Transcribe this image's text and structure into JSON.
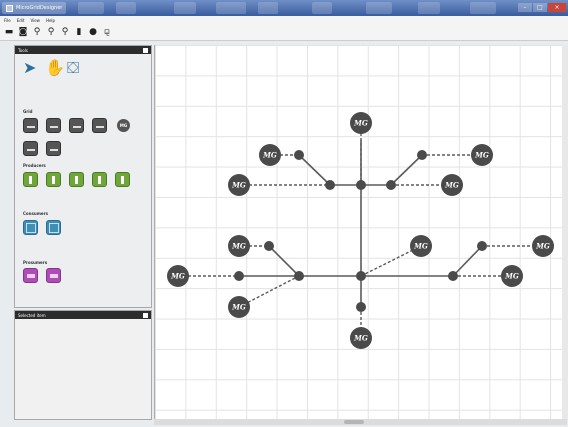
{
  "window": {
    "title": "MicroGridDesigner"
  },
  "menu": [
    "File",
    "Edit",
    "View",
    "Help"
  ],
  "panels": {
    "tools_title": "Tools",
    "info_title": "Selected item"
  },
  "sections": [
    "Grid",
    "Producers",
    "Consumers",
    "Prosumers"
  ],
  "node_label": "MG",
  "colors": {
    "accent": "#3a5b9c",
    "node": "#4a4a4a",
    "line": "#5a5a5a",
    "producer": "#6fa63a",
    "consumer": "#3d8fb5",
    "prosumer": "#b04cb6"
  }
}
